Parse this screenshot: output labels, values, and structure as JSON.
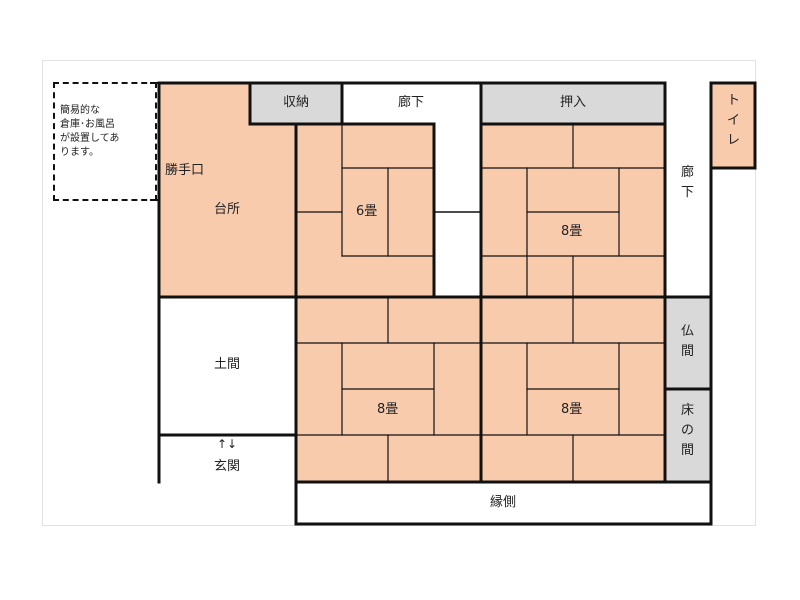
{
  "note": {
    "text": "簡易的な\n倉庫･お風呂\nが設置してあ\nります。"
  },
  "rooms": {
    "kitchen_entrance": "勝手口",
    "kitchen": "台所",
    "storage": "収納",
    "corridor_top": "廊下",
    "closet": "押入",
    "toilet": [
      "ト",
      "イ",
      "レ"
    ],
    "corridor_right": [
      "廊",
      "下"
    ],
    "tatami6": "6畳",
    "tatami8_top": "8畳",
    "doma": "土間",
    "tatami8_bottom_left": "8畳",
    "tatami8_bottom_right": "8畳",
    "butsuma": [
      "仏",
      "間"
    ],
    "tokonoma": [
      "床",
      "の",
      "間"
    ],
    "arrows": "↑↓",
    "genkan": "玄関",
    "engawa": "縁側"
  },
  "colors": {
    "tatami": "#f8cbad",
    "gray_room": "#d9d9d9",
    "wall": "#111111",
    "open": "#ffffff"
  }
}
